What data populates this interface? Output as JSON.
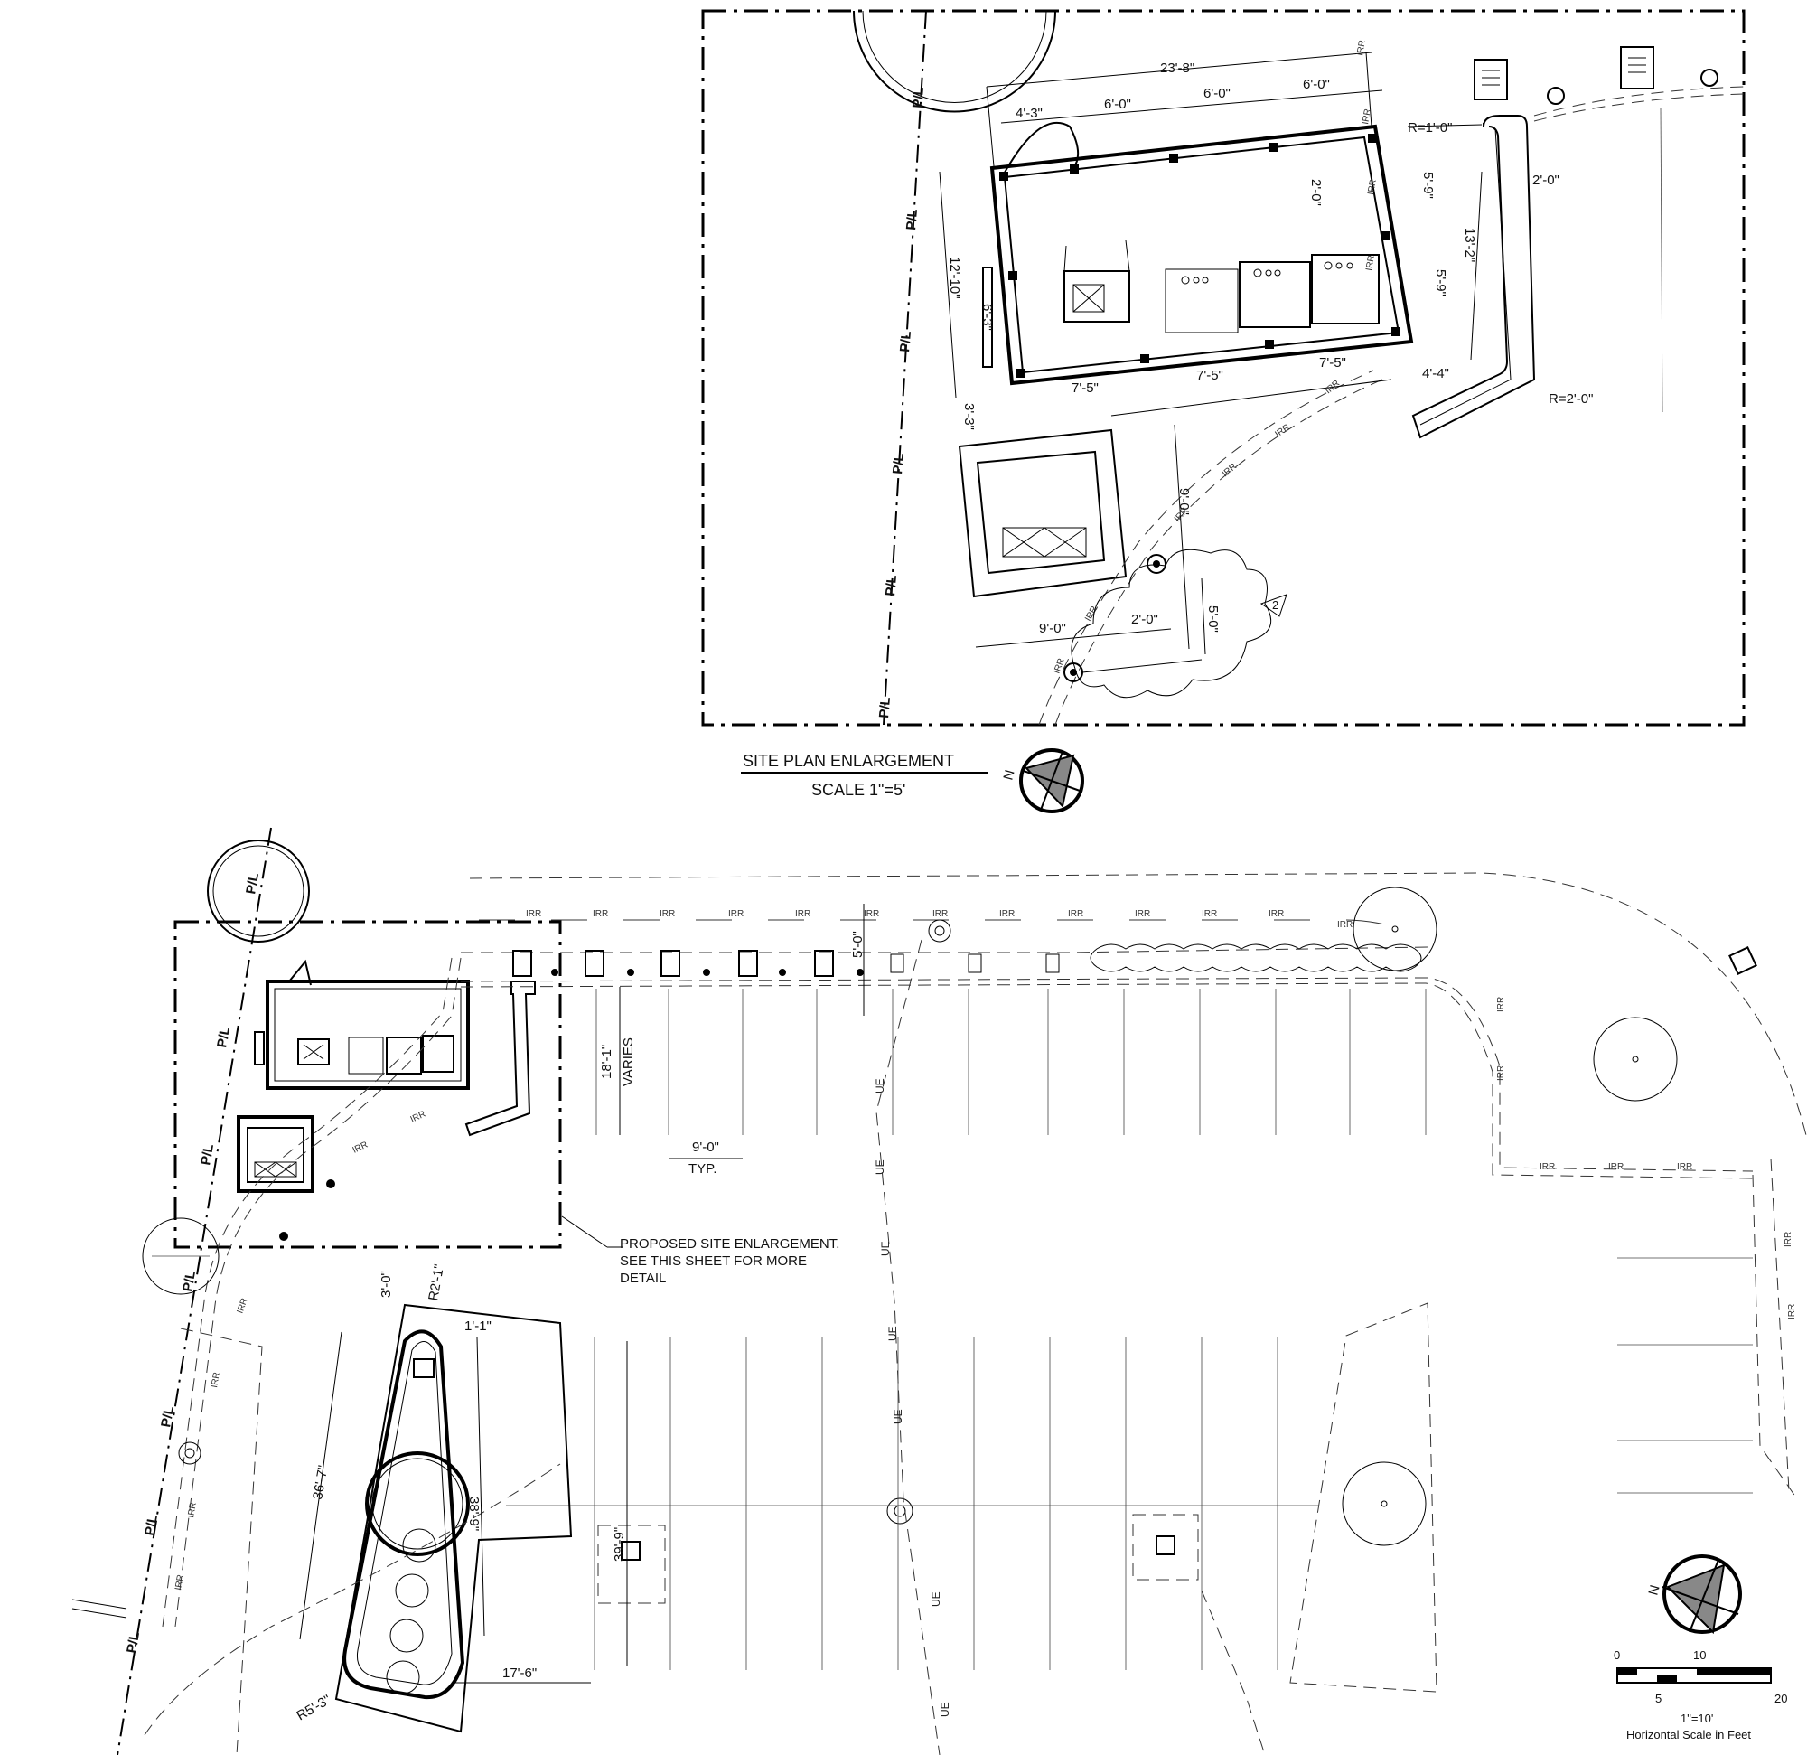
{
  "enlargement": {
    "title": "SITE PLAN ENLARGEMENT",
    "scale": "SCALE 1\"=5'",
    "north_label": "N",
    "revision_tag": "2",
    "dims": {
      "overall_width": "23'-8\"",
      "d_4_3": "4'-3\"",
      "d_6_0_a": "6'-0\"",
      "d_6_0_b": "6'-0\"",
      "d_6_0_c": "6'-0\"",
      "r_1_0": "R=1'-0\"",
      "d_2_0_top": "2'-0\"",
      "d_5_9_a": "5'-9\"",
      "d_5_9_b": "5'-9\"",
      "d_13_2": "13'-2\"",
      "d_2_0_side": "2'-0\"",
      "d_12_10": "12'-10\"",
      "d_6_3": "6'-3\"",
      "d_7_5_a": "7'-5\"",
      "d_7_5_b": "7'-5\"",
      "d_7_5_c": "7'-5\"",
      "d_4_4": "4'-4\"",
      "r_2_0": "R=2'-0\"",
      "d_3_3": "3'-3\"",
      "d_9_0_v": "9'-0\"",
      "d_9_0_h": "9'-0\"",
      "d_2_0_bottom": "2'-0\"",
      "d_5_0": "5'-0\""
    }
  },
  "site": {
    "note": [
      "PROPOSED SITE ENLARGEMENT.",
      "SEE THIS SHEET FOR MORE",
      "DETAIL"
    ],
    "north_label": "N",
    "dims": {
      "d_5_0": "5'-0\"",
      "d_18_1": "18'-1\"",
      "varies": "VARIES",
      "d_9_0": "9'-0\"",
      "typ": "TYP.",
      "d_3_0": "3'-0\"",
      "r_2_1": "R2'-1\"",
      "d_1_1": "1'-1\"",
      "d_36_7": "36'-7\"",
      "d_38_9": "38'-9\"",
      "d_39_9": "39'-9\"",
      "d_17_6": "17'-6\"",
      "r_5_3": "R5'-3\""
    }
  },
  "labels": {
    "property_line": "P/L",
    "irrigation": "IRR",
    "utility_easement": "UE"
  },
  "scale_bar": {
    "ticks_top": [
      "0",
      "10"
    ],
    "ticks_bottom": [
      "5",
      "20"
    ],
    "ratio": "1\"=10'",
    "caption": "Horizontal Scale in Feet"
  }
}
